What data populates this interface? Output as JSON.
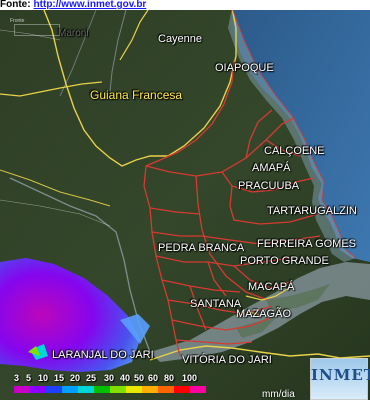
{
  "source": {
    "prefix": "Fonte:",
    "link": "http://www.inmet.gov.br"
  },
  "overlay": {
    "corner_small": "Fronte",
    "faint_place": "Maroni"
  },
  "labels": {
    "cayenne": "Cayenne",
    "guiana_francesa": "Guiana Francesa",
    "oiapoque": "OIAPOQUE",
    "calcoene": "CALÇOENE",
    "amapa": "AMAPÁ",
    "pracuuba": "PRACUUBA",
    "tartarugalzinho": "TARTARUGALZIN",
    "pedra_branca": "PEDRA BRANCA",
    "ferreira_gomes": "FERREIRA GOMES",
    "porto_grande": "PORTO GRANDE",
    "macapa": "MACAPÁ",
    "santana": "SANTANA",
    "mazagao": "MAZAGÃO",
    "laranjal": "LARANJAL DO JARI",
    "vitoria": "VITÓRIA DO JARI"
  },
  "legend": {
    "values": [
      "3",
      "5",
      "10",
      "15",
      "20",
      "25",
      "30",
      "40",
      "50",
      "60",
      "80",
      "100"
    ],
    "colors": [
      "#c800c8",
      "#8c00ff",
      "#2040ff",
      "#00a0ff",
      "#00d8d8",
      "#00c000",
      "#80e000",
      "#e8e800",
      "#ffb000",
      "#ff6400",
      "#ff0000",
      "#ff00a0"
    ],
    "unit": "mm/dia"
  },
  "logo": {
    "text": "INMET"
  },
  "colors": {
    "state_border": "#e8d24a",
    "municipal_border": "#d63a32",
    "river": "#b9c4cc"
  }
}
